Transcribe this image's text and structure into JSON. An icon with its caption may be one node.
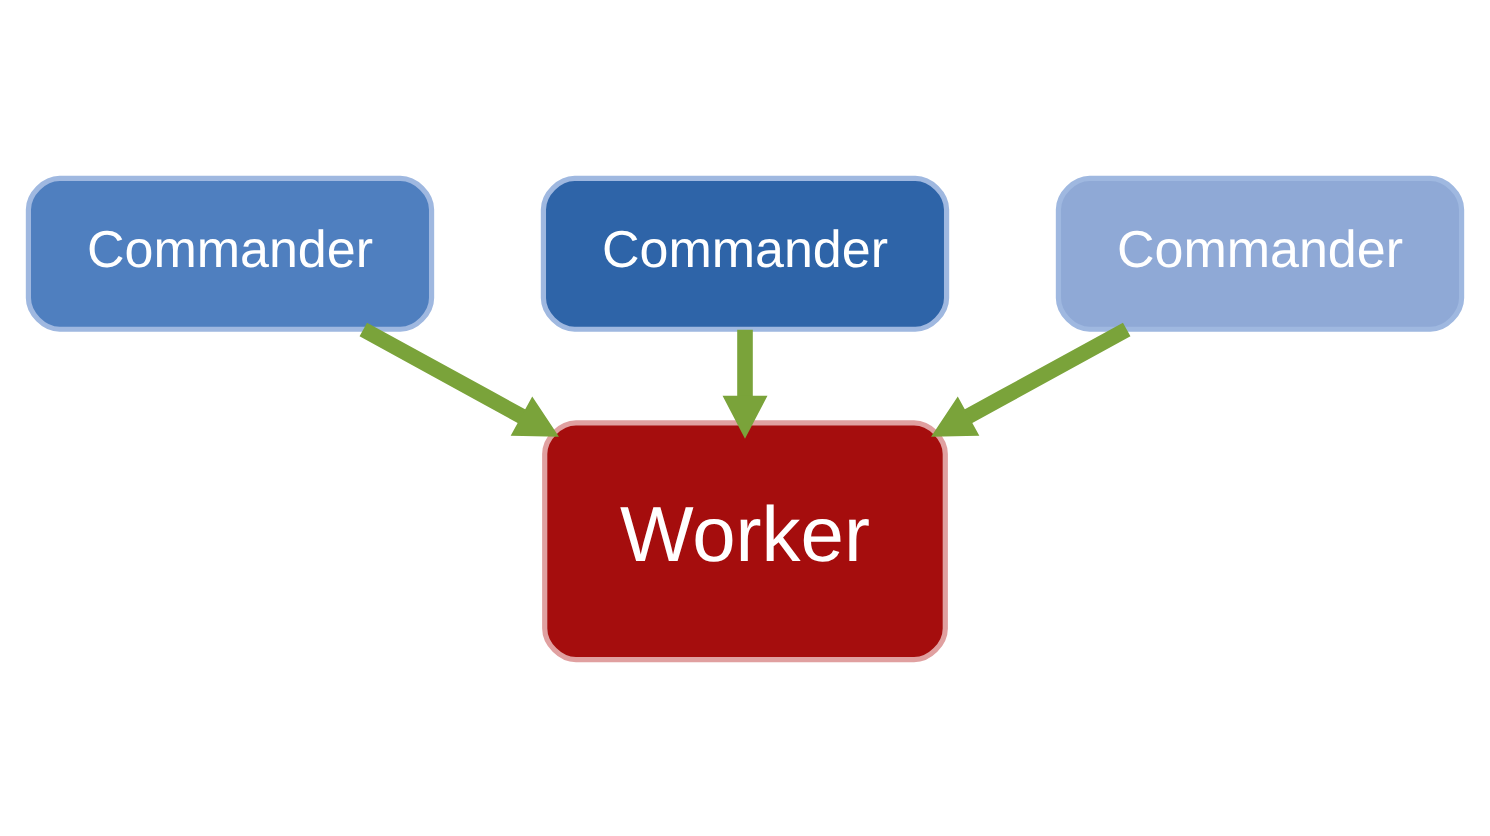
{
  "diagram": {
    "nodes": [
      {
        "text": [
          "Commander"
        ]
      },
      {
        "text": [
          "Commander"
        ]
      },
      {
        "text": [
          "Commander"
        ]
      },
      {
        "text": [
          "Worker"
        ]
      }
    ],
    "edges": [
      {
        "from": 0,
        "to": 3,
        "arrow": "to"
      },
      {
        "from": 1,
        "to": 3,
        "arrow": "to"
      },
      {
        "from": 2,
        "to": 3,
        "arrow": "to"
      }
    ]
  }
}
